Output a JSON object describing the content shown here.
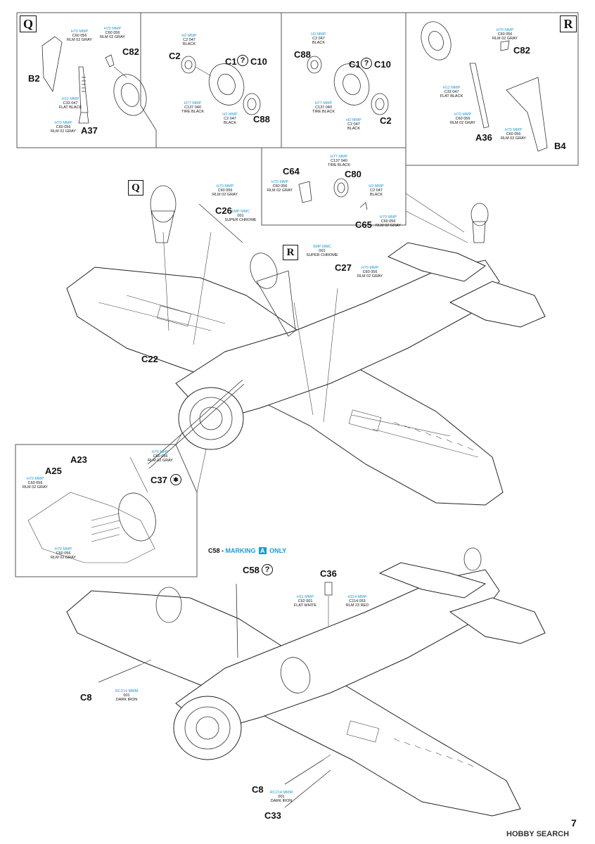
{
  "boxes": {
    "q": "Q",
    "r": "R"
  },
  "parts": {
    "b2": "B2",
    "a37": "A37",
    "c82a": "C82",
    "c2a": "C2",
    "c1a": "C1",
    "c10a": "C10",
    "c88a": "C88",
    "c88b": "C88",
    "c1b": "C1",
    "c10b": "C10",
    "c2b": "C2",
    "c82b": "C82",
    "a36": "A36",
    "b4": "B4",
    "c64": "C64",
    "c80": "C80",
    "c65": "C65",
    "c26": "C26",
    "c27": "C27",
    "c22": "C22",
    "a23": "A23",
    "a25": "A25",
    "c37": "C37",
    "c58": "C58",
    "c36": "C36",
    "c8a": "C8",
    "c8b": "C8",
    "c33": "C33"
  },
  "question_mark": "?",
  "paints": {
    "p1": {
      "h": "H70 MMP",
      "c": "C60 056",
      "n": "RLM 02 GRAY"
    },
    "p2": {
      "h": "H70 MMP",
      "c": "C60 056",
      "n": "RLM 02 GRAY"
    },
    "p3": {
      "h": "H12 MMP",
      "c": "C33 047",
      "n": "FLAT BLACK"
    },
    "p4": {
      "h": "H70 MMP",
      "c": "C60 056",
      "n": "RLM 02 GRAY"
    },
    "p5": {
      "h": "H2 MMP",
      "c": "C2 047",
      "n": "BLACK"
    },
    "p6": {
      "h": "H77 MMP",
      "c": "C137 040",
      "n": "TIRE BLACK"
    },
    "p7": {
      "h": "H2 MMP",
      "c": "C2 047",
      "n": "BLACK"
    },
    "p8": {
      "h": "H2 MMP",
      "c": "C2 047",
      "n": "BLACK"
    },
    "p9": {
      "h": "H77 MMP",
      "c": "C137 040",
      "n": "TIRE BLACK"
    },
    "p10": {
      "h": "H2 MMP",
      "c": "C2 047",
      "n": "BLACK"
    },
    "p11": {
      "h": "H70 MMP",
      "c": "C60 056",
      "n": "RLM 02 GRAY"
    },
    "p12": {
      "h": "H12 MMP",
      "c": "C33 047",
      "n": "FLAT BLACK"
    },
    "p13": {
      "h": "H70 MMP",
      "c": "C60 056",
      "n": "RLM 02 GRAY"
    },
    "p14": {
      "h": "H70 MMP",
      "c": "C60 056",
      "n": "RLM 02 GRAY"
    },
    "p15": {
      "h": "H77 MMP",
      "c": "C137 040",
      "n": "TIRE BLACK"
    },
    "p16": {
      "h": "H70 MMP",
      "c": "C60 056",
      "n": "RLM 02 GRAY"
    },
    "p17": {
      "h": "H2 MMP",
      "c": "C2 047",
      "n": "BLACK"
    },
    "p18": {
      "h": "H70 MMP",
      "c": "C60 056",
      "n": "RLM 02 GRAY"
    },
    "p19": {
      "h": "H70 MMP",
      "c": "C60 056",
      "n": "RLM 02 GRAY"
    },
    "p20": {
      "h": "SMP MMC",
      "c": "001",
      "n": "SUPER CHROME"
    },
    "p21": {
      "h": "SMP MMC",
      "c": "001",
      "n": "SUPER CHROME"
    },
    "p22": {
      "h": "H70 MMP",
      "c": "C60 056",
      "n": "RLM 02 GRAY"
    },
    "p23": {
      "h": "H70 MMP",
      "c": "C60 056",
      "n": "RLM 02 GRAY"
    },
    "p24": {
      "h": "H70 MMP",
      "c": "C60 056",
      "n": "RLM 02 GRAY"
    },
    "p25": {
      "h": "H70 MMP",
      "c": "C60 056",
      "n": "RLM 02 GRAY"
    },
    "p26": {
      "h": "H11 MMP",
      "c": "C62 001",
      "n": "FLAT WHITE"
    },
    "p27": {
      "h": "H114 MMP",
      "c": "C114 053",
      "n": "RLM 23 RED"
    },
    "p28": {
      "h": "RC214 MMM",
      "c": "001",
      "n": "DARK IRON"
    },
    "p29": {
      "h": "RC214 MMM",
      "c": "001",
      "n": "DARK IRON"
    }
  },
  "marking": {
    "prefix": "C58 -",
    "word": "MARKING",
    "letter": "A",
    "suffix": "ONLY"
  },
  "page_number": "7",
  "watermark": "HOBBY SEARCH"
}
